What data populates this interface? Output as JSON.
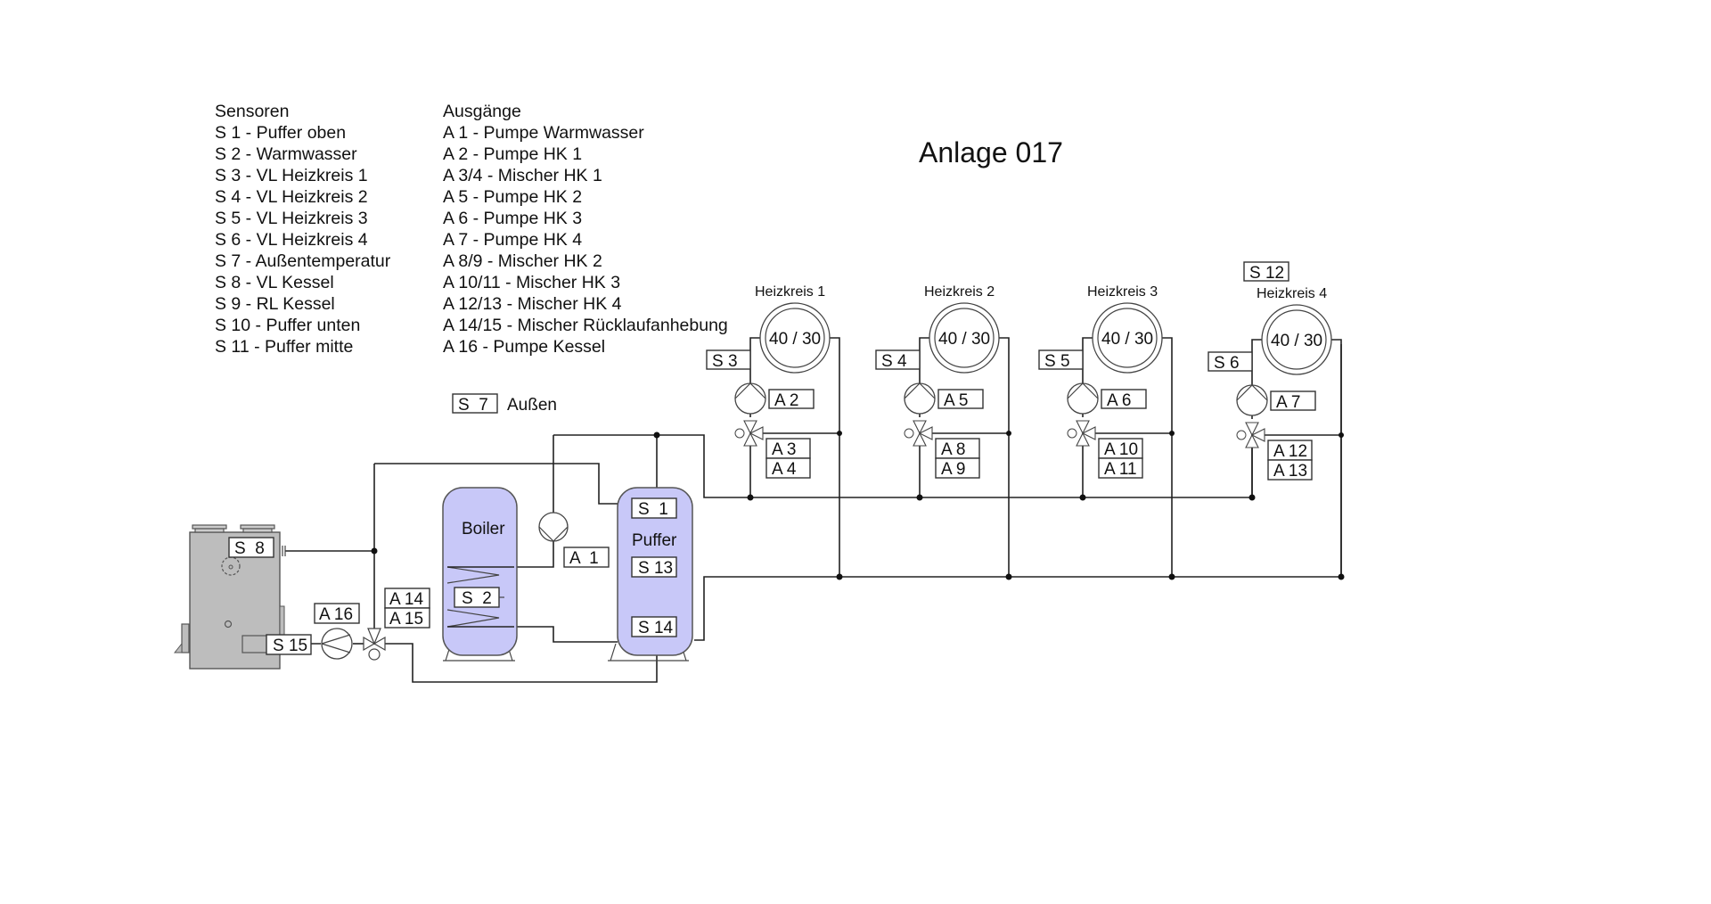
{
  "title": "Anlage 017",
  "legend": {
    "sensors_heading": "Sensoren",
    "sensors": [
      "S 1 - Puffer oben",
      "S 2 - Warmwasser",
      "S 3 - VL Heizkreis 1",
      "S 4 - VL Heizkreis 2",
      "S 5 - VL Heizkreis 3",
      "S 6 - VL Heizkreis 4",
      "S 7 - Außentemperatur",
      "S 8 - VL Kessel",
      "S 9 - RL Kessel",
      "S 10 - Puffer unten",
      "S 11 - Puffer mitte"
    ],
    "outputs_heading": "Ausgänge",
    "outputs": [
      "A 1 - Pumpe Warmwasser",
      "A 2 - Pumpe HK 1",
      "A 3/4 - Mischer HK 1",
      "A 5 - Pumpe HK 2",
      "A 6 - Pumpe HK 3",
      "A 7 - Pumpe HK 4",
      "A 8/9 - Mischer HK 2",
      "A 10/11 - Mischer HK 3",
      "A 12/13 - Mischer HK 4",
      "A 14/15 - Mischer Rücklaufanhebung",
      "A 16 - Pumpe Kessel"
    ]
  },
  "outdoor": {
    "sensor": "S  7",
    "label": "Außen"
  },
  "kessel": {
    "sensor_flow": "S  8",
    "sensor_return": "S 15",
    "pump": "A 16",
    "mixer_a": "A 14",
    "mixer_b": "A 15"
  },
  "boiler": {
    "label": "Boiler",
    "sensor": "S  2",
    "pump": "A  1"
  },
  "puffer": {
    "label": "Puffer",
    "sensor_top": "S  1",
    "sensor_mid": "S 13",
    "sensor_bottom": "S 14"
  },
  "extra_sensor": "S 12",
  "circuits": [
    {
      "name": "Heizkreis 1",
      "temps": "40 / 30",
      "sensor": "S 3",
      "pump": "A 2",
      "mixer_a": "A  3",
      "mixer_b": "A  4"
    },
    {
      "name": "Heizkreis 2",
      "temps": "40 / 30",
      "sensor": "S 4",
      "pump": "A 5",
      "mixer_a": "A  8",
      "mixer_b": "A  9"
    },
    {
      "name": "Heizkreis 3",
      "temps": "40 / 30",
      "sensor": "S 5",
      "pump": "A 6",
      "mixer_a": "A 10",
      "mixer_b": "A 11"
    },
    {
      "name": "Heizkreis 4",
      "temps": "40 / 30",
      "sensor": "S  6",
      "pump": "A 7",
      "mixer_a": "A 12",
      "mixer_b": "A 13"
    }
  ]
}
